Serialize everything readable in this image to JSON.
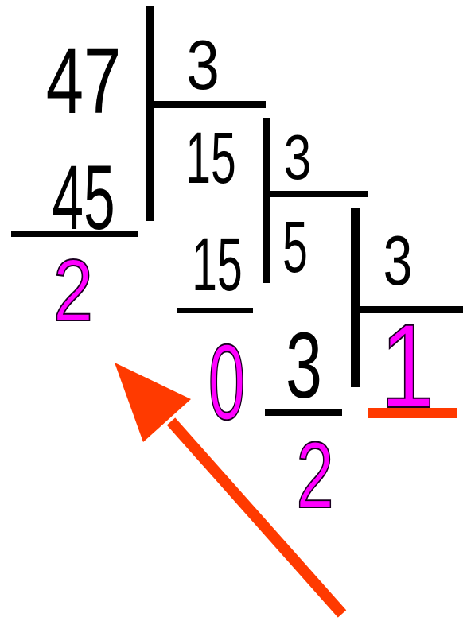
{
  "colors": {
    "ink": "#000000",
    "remainder": "#ff00ff",
    "remainder_outline": "#1a0020",
    "arrow": "#ff3a00",
    "underline": "#ff3a00"
  },
  "step1": {
    "dividend": "47",
    "divisor": "3",
    "subtract": "45",
    "remainder": "2"
  },
  "step2": {
    "dividend": "15",
    "divisor": "3",
    "subtract": "15",
    "remainder": "0"
  },
  "step3": {
    "dividend": "5",
    "divisor": "3",
    "subtract": "3",
    "remainder": "2"
  },
  "final_quotient": "1",
  "icons": {
    "arrow": "arrow-up-left-icon"
  }
}
